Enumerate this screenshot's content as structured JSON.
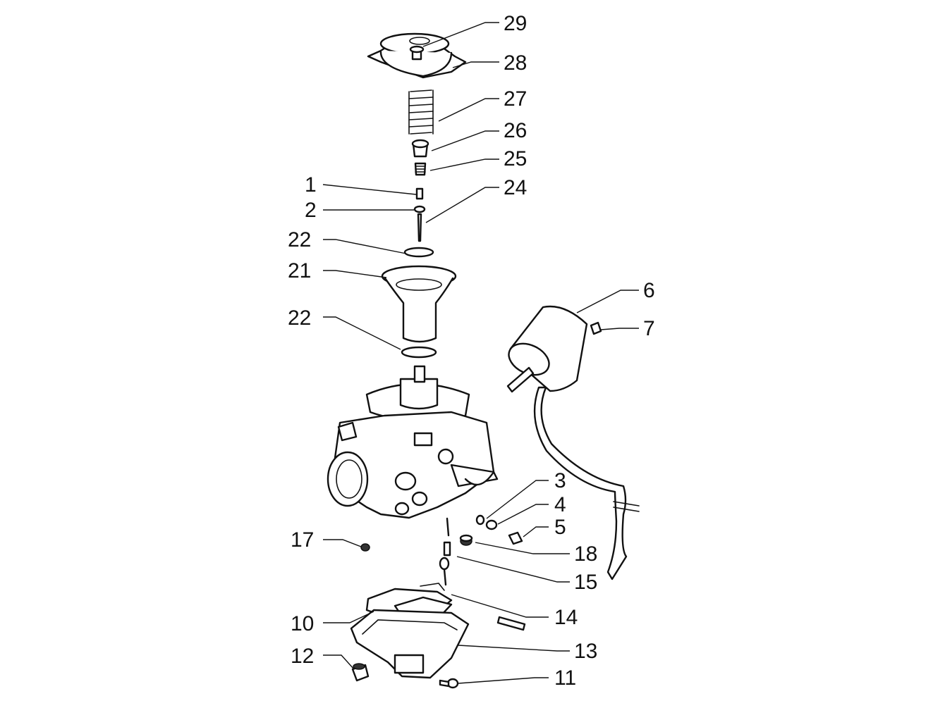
{
  "callouts": [
    "29",
    "28",
    "27",
    "26",
    "25",
    "1",
    "2",
    "24",
    "22",
    "21",
    "22",
    "6",
    "7",
    "3",
    "4",
    "5",
    "17",
    "18",
    "15",
    "14",
    "10",
    "13",
    "12",
    "11"
  ],
  "ink_color": "#111111",
  "background_color": "#ffffff"
}
